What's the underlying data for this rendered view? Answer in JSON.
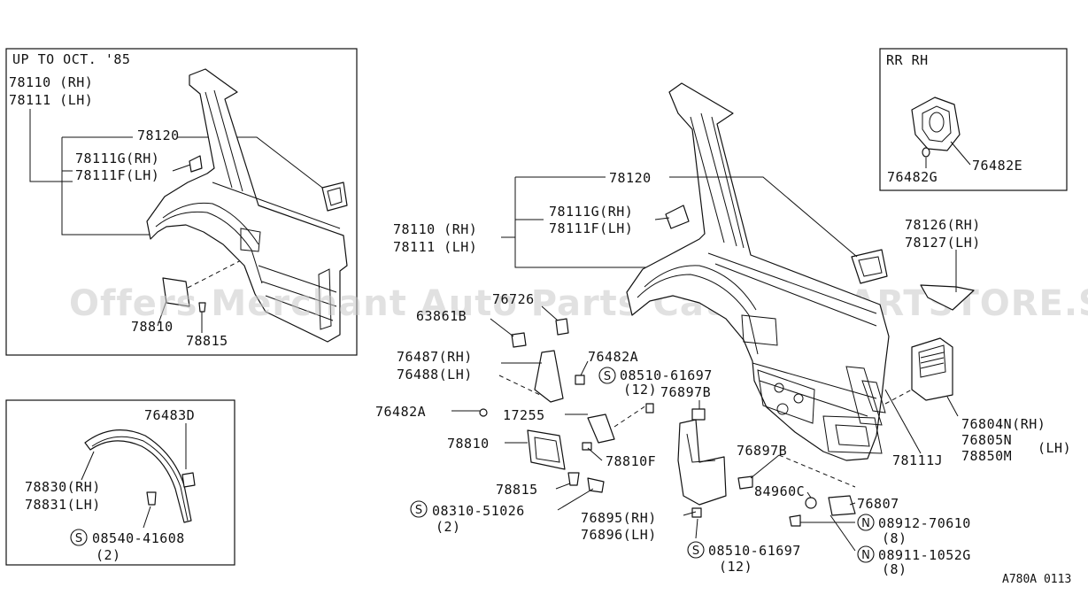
{
  "watermark": "Offers Merchant Auto Parts Catalog PARTSTORE.SA",
  "reference": "A780A 0113",
  "insets": {
    "early": {
      "title": "UP TO OCT. '85",
      "labels": [
        "78110 (RH)",
        "78111 (LH)",
        "78120",
        "78111G(RH)",
        "78111F(LH)",
        "78810",
        "78815"
      ]
    },
    "arch": {
      "labels": [
        "76483D",
        "78830(RH)",
        "78831(LH)",
        "08540-41608",
        "(2)"
      ]
    },
    "rr_rh": {
      "title": "RR RH",
      "labels": [
        "76482G",
        "76482E"
      ]
    }
  },
  "main": {
    "labels": {
      "p78120": "78120",
      "p78111G": "78111G(RH)",
      "p78111F": "78111F(LH)",
      "p78110": "78110 (RH)",
      "p78111": "78111 (LH)",
      "p76726": "76726",
      "p63861B": "63861B",
      "p76487": "76487(RH)",
      "p76488": "76488(LH)",
      "p76482A": "76482A",
      "p08510a": "08510-61697",
      "p12a": "(12)",
      "p76897B1": "76897B",
      "p76482A2": "76482A",
      "p17255": "17255",
      "p78810": "78810",
      "p78810F": "78810F",
      "p78815": "78815",
      "p08310": "08310-51026",
      "p2a": "(2)",
      "p76895": "76895(RH)",
      "p76896": "76896(LH)",
      "p08510b": "08510-61697",
      "p12b": "(12)",
      "p76897B2": "76897B",
      "p84960C": "84960C",
      "p76807": "76807",
      "p08912": "08912-70610",
      "p8a": "(8)",
      "p08911": "08911-1052G",
      "p8b": "(8)",
      "p78126": "78126(RH)",
      "p78127": "78127(LH)",
      "p76804N": "76804N(RH)",
      "p76805N": "76805N",
      "p78850M": "78850M",
      "pLH": "(LH)",
      "p78111J": "78111J"
    },
    "symbols": {
      "s": "S",
      "n": "N"
    }
  }
}
